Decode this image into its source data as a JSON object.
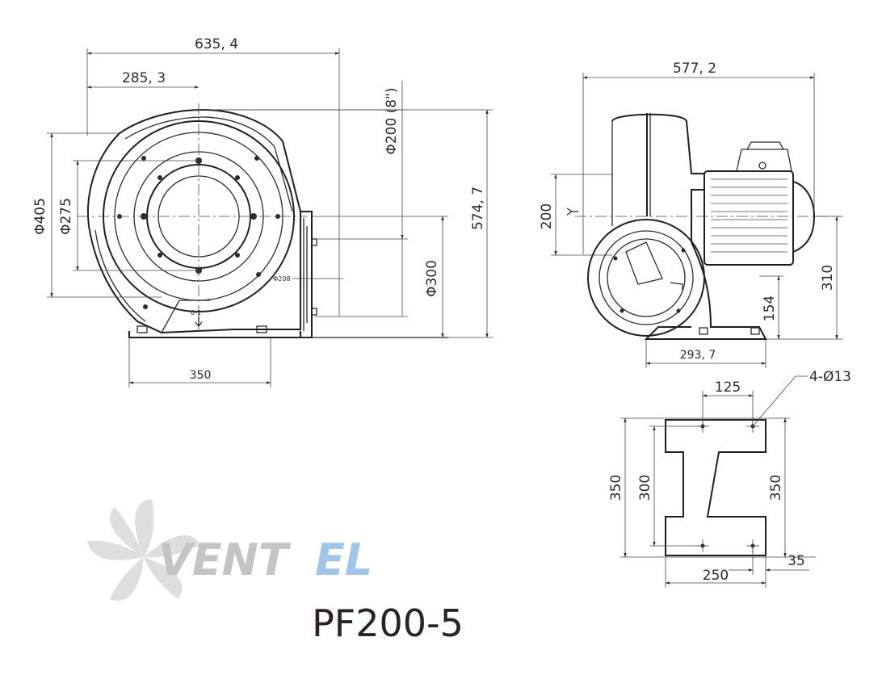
{
  "model": "PF200-5",
  "logo": {
    "text_dark": "VENT",
    "text_accent": "EL",
    "accent_color": "#9fc5e8",
    "dark_color": "#c8c8c8"
  },
  "front_view": {
    "dims": {
      "overall_width": "635, 4",
      "center_offset": "285, 3",
      "outer_diameter": "Φ405",
      "bolt_circle": "Φ275",
      "inlet": "Φ200 (8\")",
      "outlet": "Φ300",
      "height": "574, 7",
      "base_width": "350"
    },
    "small_labels": {
      "flange": "Φ208",
      "rotation": "0-1"
    }
  },
  "side_view": {
    "dims": {
      "overall_depth": "577, 2",
      "outlet_height": "200",
      "center_height": "310",
      "base_height": "154",
      "base_offset": "293, 7"
    }
  },
  "base_plan": {
    "dims": {
      "hole_spacing": "125",
      "holes": "4-Ø13",
      "length_left": "350",
      "inner": "300",
      "length_right": "350",
      "width": "250",
      "edge": "35"
    }
  },
  "colors": {
    "line": "#2a2a2a",
    "logo_fan": "#d9d9d9"
  }
}
